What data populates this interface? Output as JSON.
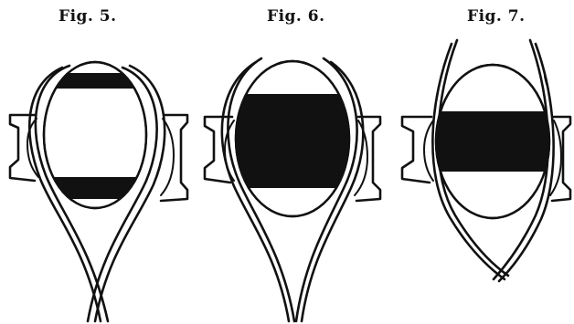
{
  "figures": [
    {
      "caption": "Fig. 5."
    },
    {
      "caption": "Fig. 6."
    },
    {
      "caption": "Fig. 7."
    }
  ],
  "colors": {
    "ink": "#111111",
    "paper": "#ffffff"
  }
}
